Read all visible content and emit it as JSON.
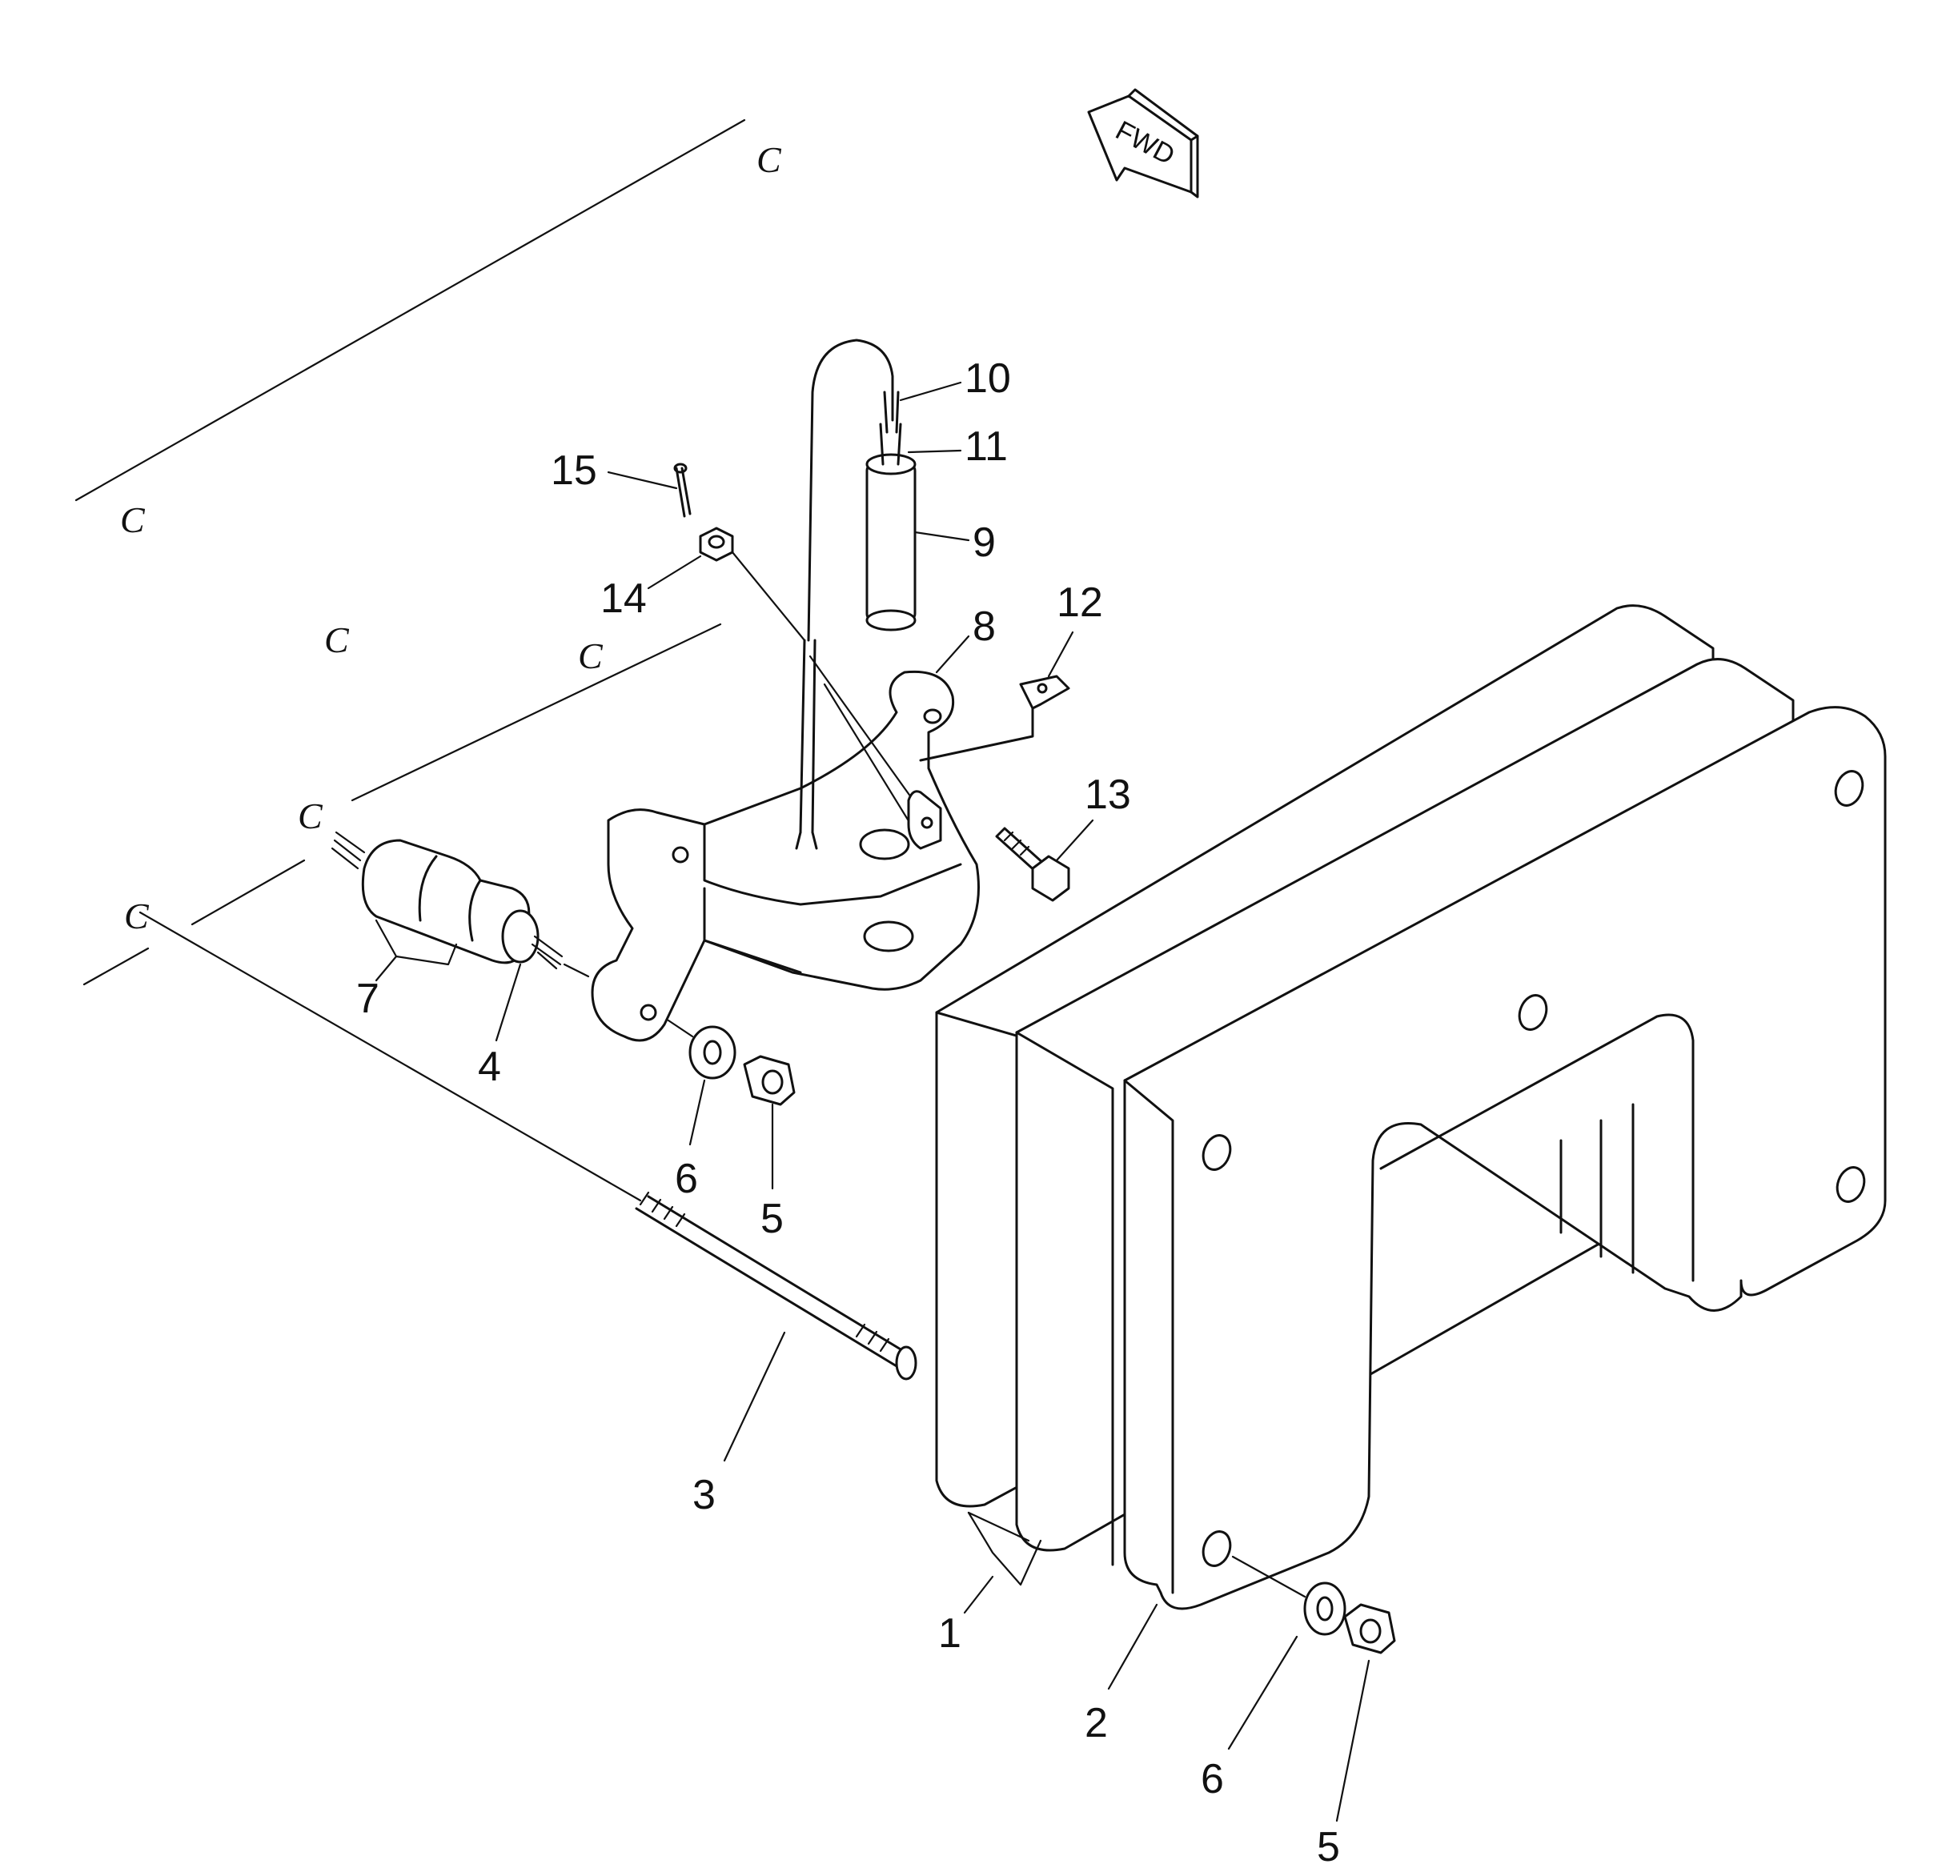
{
  "diagram": {
    "orientation_label": "FWD",
    "connector_mark": "C",
    "callouts": [
      {
        "id": "c1",
        "text": "1"
      },
      {
        "id": "c2",
        "text": "2"
      },
      {
        "id": "c3",
        "text": "3"
      },
      {
        "id": "c4",
        "text": "4"
      },
      {
        "id": "c5a",
        "text": "5"
      },
      {
        "id": "c5b",
        "text": "5"
      },
      {
        "id": "c6a",
        "text": "6"
      },
      {
        "id": "c6b",
        "text": "6"
      },
      {
        "id": "c7",
        "text": "7"
      },
      {
        "id": "c8",
        "text": "8"
      },
      {
        "id": "c9",
        "text": "9"
      },
      {
        "id": "c10",
        "text": "10"
      },
      {
        "id": "c11",
        "text": "11"
      },
      {
        "id": "c12",
        "text": "12"
      },
      {
        "id": "c13",
        "text": "13"
      },
      {
        "id": "c14",
        "text": "14"
      },
      {
        "id": "c15",
        "text": "15"
      }
    ]
  }
}
